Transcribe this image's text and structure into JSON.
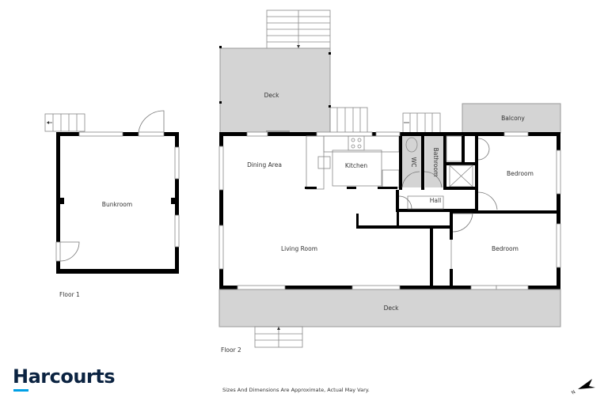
{
  "brand": {
    "name": "Harcourts",
    "text_color": "#0b2341",
    "accent_color": "#00a0e6"
  },
  "disclaimer": "Sizes And Dimensions Are Approximate, Actual May Vary.",
  "compass": {
    "label": "N",
    "icon": "north-arrow-icon"
  },
  "floors": [
    {
      "label": "Floor 1",
      "rooms": [
        {
          "name": "Bunkroom"
        }
      ]
    },
    {
      "label": "Floor 2",
      "rooms": [
        {
          "name": "Deck"
        },
        {
          "name": "Dining Area"
        },
        {
          "name": "Kitchen"
        },
        {
          "name": "WC"
        },
        {
          "name": "Bathroom"
        },
        {
          "name": "Balcony"
        },
        {
          "name": "Bedroom"
        },
        {
          "name": "Hall"
        },
        {
          "name": "Living Room"
        },
        {
          "name": "Bedroom"
        },
        {
          "name": "Deck"
        }
      ]
    }
  ],
  "colors": {
    "wall": "#000000",
    "deck_fill": "#d4d4d4",
    "background": "#ffffff"
  }
}
